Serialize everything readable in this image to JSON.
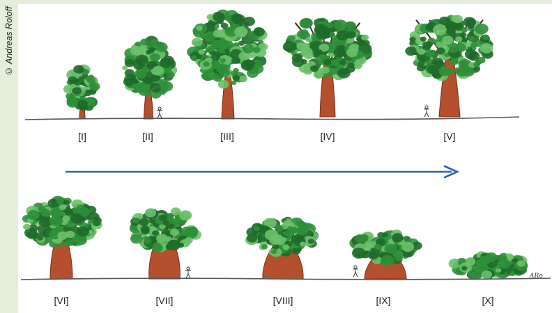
{
  "credit": "© Andreas Roloff",
  "signature": "ARo",
  "stages": [
    "[I]",
    "[II]",
    "[III]",
    "[IV]",
    "[V]",
    "[VI]",
    "[VII]",
    "[VIII]",
    "[IX]",
    "[X]"
  ],
  "colors": {
    "arrow": "#2a62b0",
    "trunk": "#b5502e",
    "trunk_dark": "#7a2e18",
    "foliage_dark": "#1f6a2a",
    "foliage_mid": "#2f8f3a",
    "foliage_light": "#6cc06a",
    "ground": "#555555",
    "sidebar": "#e4eedb"
  }
}
